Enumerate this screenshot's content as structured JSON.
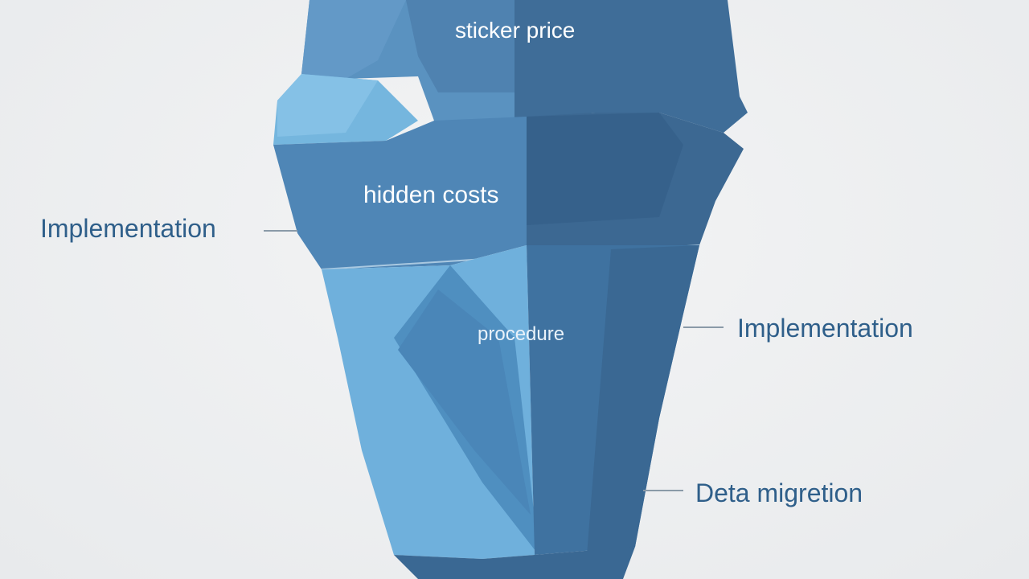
{
  "iceberg": {
    "top_label": "sticker price",
    "middle_label": "hidden costs",
    "lower_label": "procedure"
  },
  "callouts": [
    {
      "text": "Implementation"
    },
    {
      "text": "Implementation"
    },
    {
      "text": "Deta migretion"
    }
  ],
  "colors": {
    "background": "#eceef0",
    "light_facet": "#6aaed8",
    "mid_facet": "#4f86b4",
    "dark_facet": "#3d6a94",
    "callout_text": "#2f5f8a",
    "leader_line": "#8a9aa8"
  }
}
